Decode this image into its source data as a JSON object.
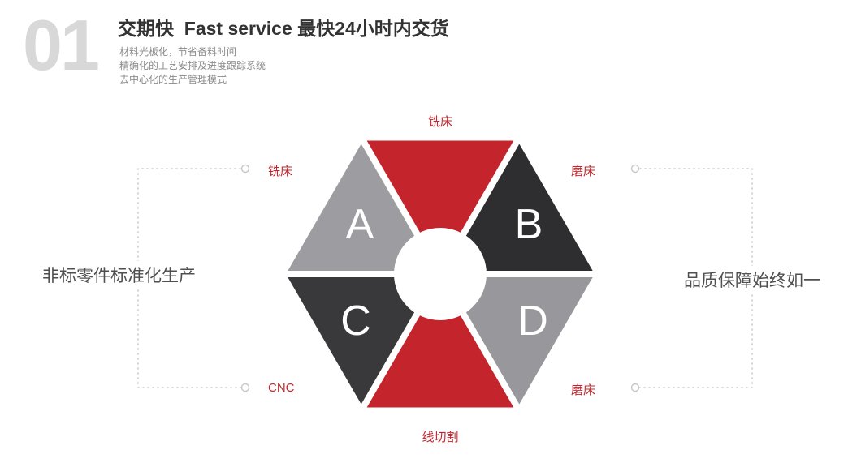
{
  "palette": {
    "red": "#c4242b",
    "dark": "#2e2e30",
    "dark2": "#39393b",
    "gray": "#9d9da1",
    "gray2": "#98989c",
    "dotted": "#c8c8c8",
    "number_gray": "#d8d8d8",
    "white": "#ffffff"
  },
  "header": {
    "number": "01",
    "title": "交期快  Fast service 最快24小时内交货",
    "bullets": [
      "材料光板化，节省备料时间",
      "精确化的工艺安排及进度跟踪系统",
      "去中心化的生产管理模式"
    ]
  },
  "diagram": {
    "letters": [
      "A",
      "B",
      "C",
      "D"
    ],
    "labels": {
      "top": "铣床",
      "left_top": "铣床",
      "right_top": "磨床",
      "left_bottom": "CNC",
      "right_bottom": "磨床",
      "bottom": "线切割"
    },
    "side_left": "非标零件标准化生产",
    "side_right": "品质保障始终如一"
  }
}
